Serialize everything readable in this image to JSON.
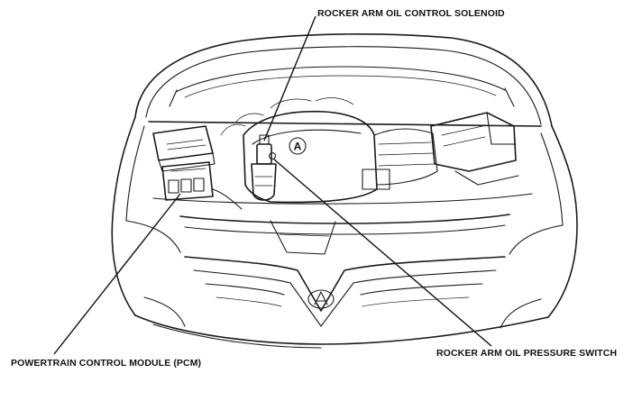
{
  "callouts": {
    "solenoid": "ROCKER ARM OIL CONTROL SOLENOID",
    "pcm": "POWERTRAIN CONTROL MODULE (PCM)",
    "switch": "ROCKER ARM OIL PRESSURE SWITCH"
  },
  "engine_badge": "A"
}
